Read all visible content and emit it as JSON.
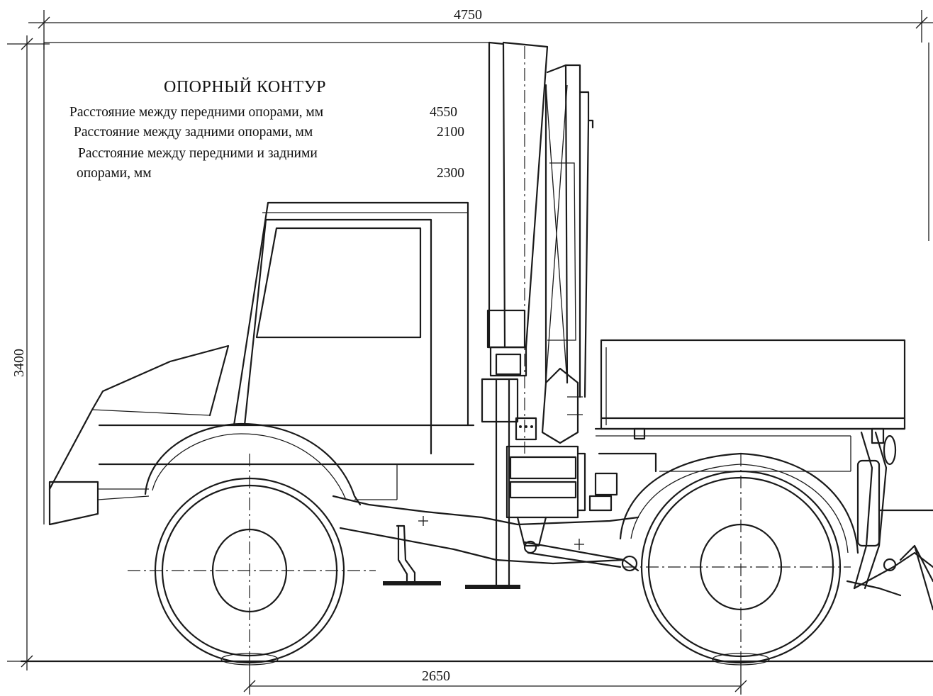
{
  "dimensions": {
    "overall_length": "4750",
    "overall_height": "3400",
    "wheelbase": "2650"
  },
  "support_contour": {
    "title": "ОПОРНЫЙ КОНТУР",
    "rows": [
      {
        "label": "Расстояние между передними опорами, мм",
        "value": "4550"
      },
      {
        "label": "Расстояние между задними опорами, мм",
        "value": "2100"
      },
      {
        "label_line1": "Расстояние между передними и задними",
        "label_line2": "опорами, мм",
        "value": "2300"
      }
    ]
  }
}
